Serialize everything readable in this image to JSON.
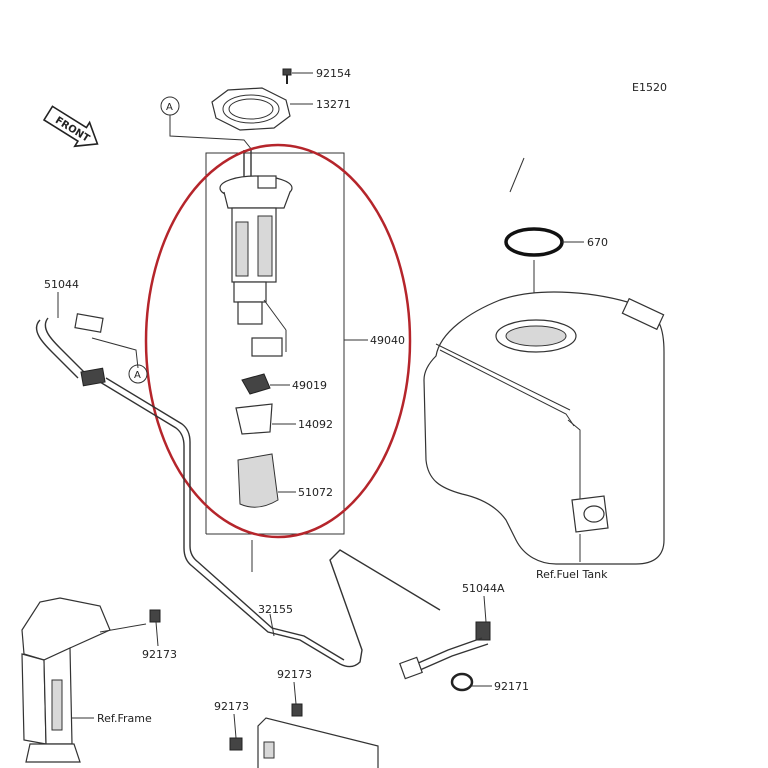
{
  "diagram_id": "E1520",
  "front_label": "FRONT",
  "ref_marker": "A",
  "highlight_color": "#b5252b",
  "parts": [
    {
      "id": "p92154",
      "number": "92154"
    },
    {
      "id": "p13271",
      "number": "13271"
    },
    {
      "id": "p670",
      "number": "670"
    },
    {
      "id": "p51044",
      "number": "51044"
    },
    {
      "id": "p49040",
      "number": "49040"
    },
    {
      "id": "p49019",
      "number": "49019"
    },
    {
      "id": "p14092",
      "number": "14092"
    },
    {
      "id": "p51072",
      "number": "51072"
    },
    {
      "id": "p32155",
      "number": "32155"
    },
    {
      "id": "p92173a",
      "number": "92173"
    },
    {
      "id": "p92173b",
      "number": "92173"
    },
    {
      "id": "p92173c",
      "number": "92173"
    },
    {
      "id": "p51044A",
      "number": "51044A"
    },
    {
      "id": "p92171",
      "number": "92171"
    }
  ],
  "references": {
    "fuel_tank": "Ref.Fuel Tank",
    "frame": "Ref.Frame"
  }
}
